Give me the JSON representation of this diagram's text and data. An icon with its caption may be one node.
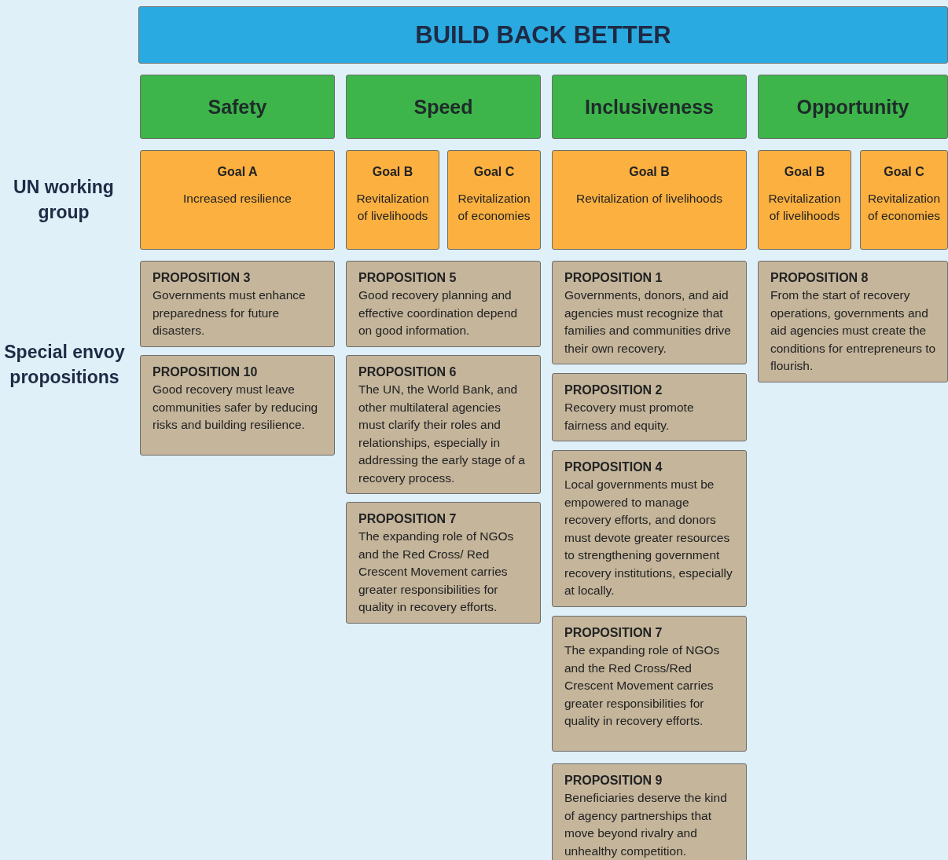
{
  "diagram": {
    "nodes": [
      {
        "text": [
          "BUILD BACK BETTER"
        ]
      },
      {
        "text": [
          "Safety"
        ]
      },
      {
        "text": [
          "Speed"
        ]
      },
      {
        "text": [
          "Inclusiveness"
        ]
      },
      {
        "text": [
          "Opportunity"
        ]
      },
      {
        "text": [
          "Goal A",
          "Increased resilience"
        ]
      },
      {
        "text": [
          "Goal B",
          "Revitalization of livelihoods"
        ]
      },
      {
        "text": [
          "Goal C",
          "Revitalization of economies"
        ]
      },
      {
        "text": [
          "Goal B",
          "Revitalization of livelihoods"
        ]
      },
      {
        "text": [
          "Goal B",
          "Revitalization of livelihoods"
        ]
      },
      {
        "text": [
          "Goal C",
          "Revitalization of economies"
        ]
      },
      {
        "text": [
          "PROPOSITION 3",
          "Governments must enhance preparedness for future disasters."
        ]
      },
      {
        "text": [
          "PROPOSITION 10",
          "Good recovery must leave communities safer by reducing risks and building resilience."
        ]
      },
      {
        "text": [
          "PROPOSITION 5",
          "Good recovery planning and effective coordination depend on good information."
        ]
      },
      {
        "text": [
          "PROPOSITION 6",
          "The UN, the World Bank, and other multilateral agencies must clarify their roles and relationships, especially in addressing the early stage of a recovery process."
        ]
      },
      {
        "text": [
          "PROPOSITION 7",
          "The expanding role of NGOs and the Red Cross/ Red Crescent Movement carries greater responsibilities for quality in recovery efforts."
        ]
      },
      {
        "text": [
          "PROPOSITION 1",
          "Governments, donors, and aid agencies must recognize that families and communities drive their own recovery."
        ]
      },
      {
        "text": [
          "PROPOSITION 2",
          "Recovery must promote fairness and equity."
        ]
      },
      {
        "text": [
          "PROPOSITION 4",
          "Local governments must be empowered to manage recovery efforts, and donors must devote greater resources to strengthening government recovery institutions, especially at locally."
        ]
      },
      {
        "text": [
          "PROPOSITION 7",
          "The expanding role of NGOs and the Red Cross/Red Crescent Movement carries greater responsibilities for quality in recovery efforts."
        ]
      },
      {
        "text": [
          "PROPOSITION 9",
          "Beneficiaries deserve the kind of agency partnerships that move beyond rivalry and unhealthy competition."
        ]
      },
      {
        "text": [
          "PROPOSITION 8",
          "From the start of recovery operations, governments and aid agencies must create the conditions for entrepreneurs to flourish."
        ]
      }
    ],
    "labels": [
      "UN working group",
      "Special envoy propositions"
    ]
  }
}
